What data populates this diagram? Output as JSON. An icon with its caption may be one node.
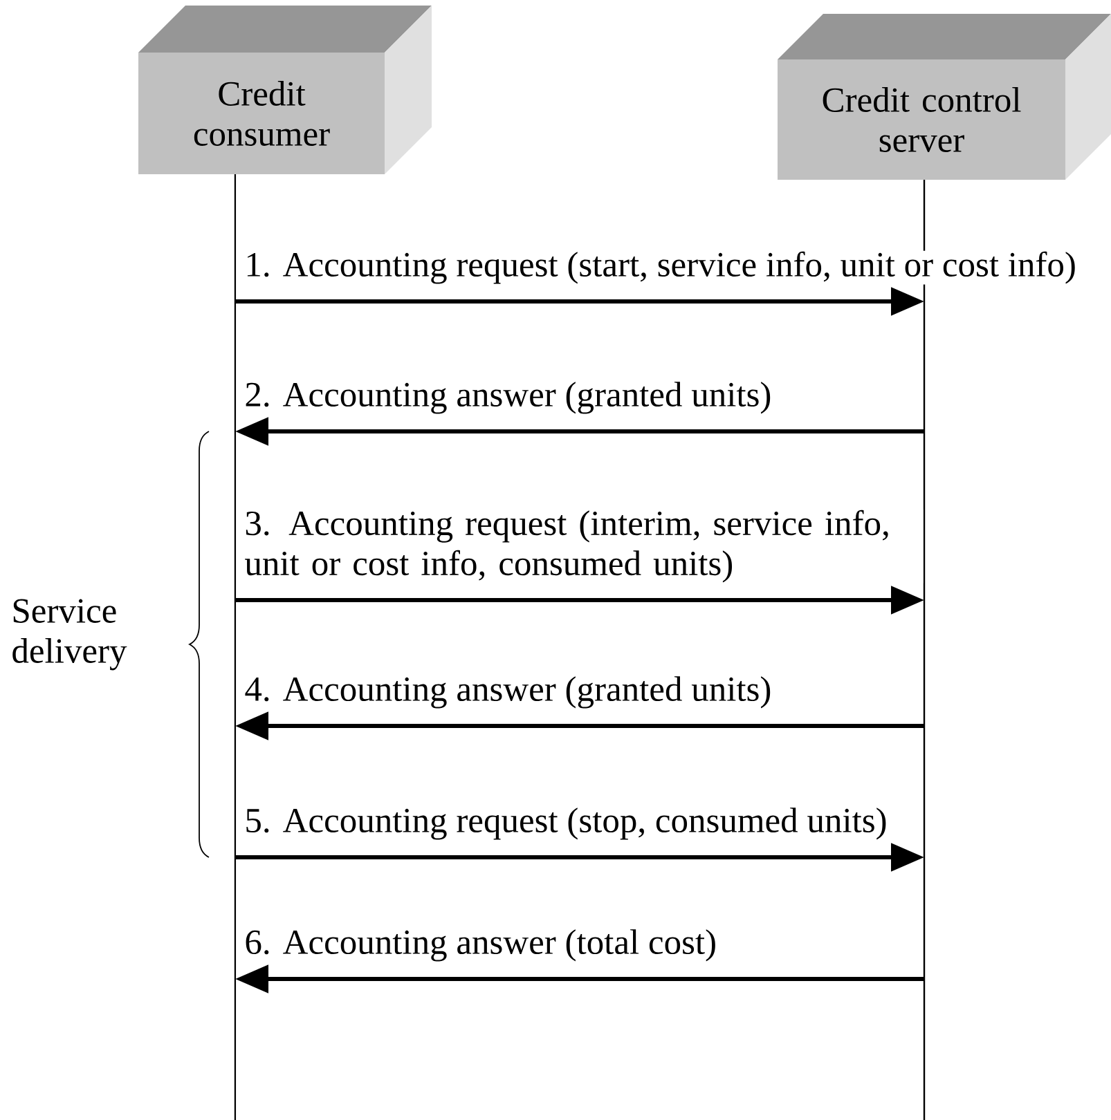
{
  "diagram": {
    "nodes": [
      {
        "text": [
          "Credit consumer"
        ]
      },
      {
        "text": [
          "Credit control server"
        ]
      }
    ],
    "edges": [
      {
        "from": 0,
        "to": 1,
        "arrow": "to",
        "label": "1. Accounting request (start, service info, unit or cost info)"
      },
      {
        "from": 1,
        "to": 0,
        "arrow": "to",
        "label": "2. Accounting answer (granted units)"
      },
      {
        "from": 0,
        "to": 1,
        "arrow": "to",
        "label": "3. Accounting request (interim, service info, unit or cost info, consumed units)"
      },
      {
        "from": 1,
        "to": 0,
        "arrow": "to",
        "label": "4. Accounting answer (granted units)"
      },
      {
        "from": 0,
        "to": 1,
        "arrow": "to",
        "label": "5. Accounting request (stop, consumed units)"
      },
      {
        "from": 1,
        "to": 0,
        "arrow": "to",
        "label": "6. Accounting answer (total cost)"
      }
    ],
    "labels": [
      "Service delivery"
    ]
  }
}
